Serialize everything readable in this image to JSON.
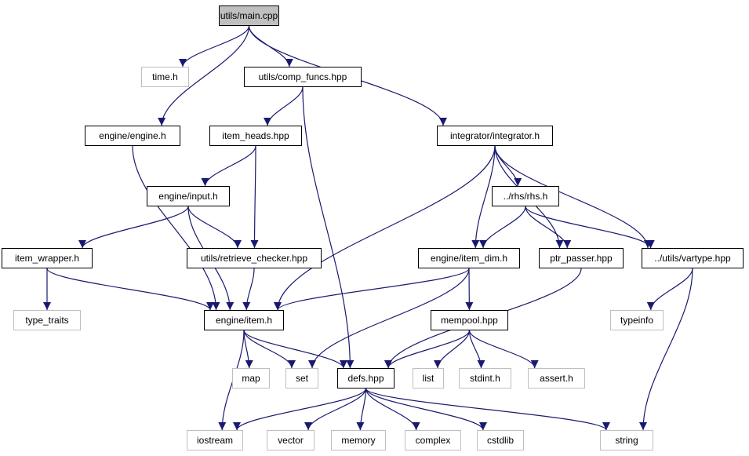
{
  "colors": {
    "edge": "#191970",
    "node_border": "#000000",
    "external_border": "#bfbfbf",
    "current_fill": "#bfbfbf"
  },
  "nodes": [
    {
      "id": "main",
      "label": "utils/main.cpp",
      "kind": "current"
    },
    {
      "id": "time",
      "label": "time.h",
      "kind": "external"
    },
    {
      "id": "comp_funcs",
      "label": "utils/comp_funcs.hpp",
      "kind": "local"
    },
    {
      "id": "engine",
      "label": "engine/engine.h",
      "kind": "local"
    },
    {
      "id": "item_heads",
      "label": "item_heads.hpp",
      "kind": "local"
    },
    {
      "id": "integrator",
      "label": "integrator/integrator.h",
      "kind": "local"
    },
    {
      "id": "input",
      "label": "engine/input.h",
      "kind": "local"
    },
    {
      "id": "rhs",
      "label": "../rhs/rhs.h",
      "kind": "local"
    },
    {
      "id": "item_wrapper",
      "label": "item_wrapper.h",
      "kind": "local"
    },
    {
      "id": "retrieve_checker",
      "label": "utils/retrieve_checker.hpp",
      "kind": "local"
    },
    {
      "id": "item_dim",
      "label": "engine/item_dim.h",
      "kind": "local"
    },
    {
      "id": "ptr_passer",
      "label": "ptr_passer.hpp",
      "kind": "local"
    },
    {
      "id": "vartype",
      "label": "../utils/vartype.hpp",
      "kind": "local"
    },
    {
      "id": "type_traits",
      "label": "type_traits",
      "kind": "external"
    },
    {
      "id": "item",
      "label": "engine/item.h",
      "kind": "local"
    },
    {
      "id": "mempool",
      "label": "mempool.hpp",
      "kind": "local"
    },
    {
      "id": "typeinfo",
      "label": "typeinfo",
      "kind": "external"
    },
    {
      "id": "map",
      "label": "map",
      "kind": "external"
    },
    {
      "id": "set",
      "label": "set",
      "kind": "external"
    },
    {
      "id": "defs",
      "label": "defs.hpp",
      "kind": "local"
    },
    {
      "id": "list",
      "label": "list",
      "kind": "external"
    },
    {
      "id": "stdint",
      "label": "stdint.h",
      "kind": "external"
    },
    {
      "id": "assert",
      "label": "assert.h",
      "kind": "external"
    },
    {
      "id": "iostream",
      "label": "iostream",
      "kind": "external"
    },
    {
      "id": "vector",
      "label": "vector",
      "kind": "external"
    },
    {
      "id": "memory",
      "label": "memory",
      "kind": "external"
    },
    {
      "id": "complex",
      "label": "complex",
      "kind": "external"
    },
    {
      "id": "cstdlib",
      "label": "cstdlib",
      "kind": "external"
    },
    {
      "id": "string",
      "label": "string",
      "kind": "external"
    }
  ],
  "edges": [
    [
      "main",
      "time"
    ],
    [
      "main",
      "comp_funcs"
    ],
    [
      "main",
      "engine"
    ],
    [
      "main",
      "integrator"
    ],
    [
      "comp_funcs",
      "item_heads"
    ],
    [
      "comp_funcs",
      "defs"
    ],
    [
      "engine",
      "item"
    ],
    [
      "item_heads",
      "input"
    ],
    [
      "item_heads",
      "retrieve_checker"
    ],
    [
      "input",
      "item_wrapper"
    ],
    [
      "input",
      "retrieve_checker"
    ],
    [
      "input",
      "item"
    ],
    [
      "item_wrapper",
      "type_traits"
    ],
    [
      "item_wrapper",
      "item"
    ],
    [
      "retrieve_checker",
      "item"
    ],
    [
      "integrator",
      "item"
    ],
    [
      "integrator",
      "item_dim"
    ],
    [
      "integrator",
      "rhs"
    ],
    [
      "integrator",
      "ptr_passer"
    ],
    [
      "integrator",
      "vartype"
    ],
    [
      "rhs",
      "item_dim"
    ],
    [
      "rhs",
      "ptr_passer"
    ],
    [
      "rhs",
      "vartype"
    ],
    [
      "item_dim",
      "item"
    ],
    [
      "item_dim",
      "set"
    ],
    [
      "item_dim",
      "mempool"
    ],
    [
      "ptr_passer",
      "defs"
    ],
    [
      "vartype",
      "typeinfo"
    ],
    [
      "vartype",
      "string"
    ],
    [
      "item",
      "iostream"
    ],
    [
      "item",
      "map"
    ],
    [
      "item",
      "set"
    ],
    [
      "item",
      "defs"
    ],
    [
      "mempool",
      "defs"
    ],
    [
      "mempool",
      "list"
    ],
    [
      "mempool",
      "stdint"
    ],
    [
      "mempool",
      "assert"
    ],
    [
      "defs",
      "iostream"
    ],
    [
      "defs",
      "vector"
    ],
    [
      "defs",
      "memory"
    ],
    [
      "defs",
      "complex"
    ],
    [
      "defs",
      "cstdlib"
    ],
    [
      "defs",
      "string"
    ]
  ]
}
